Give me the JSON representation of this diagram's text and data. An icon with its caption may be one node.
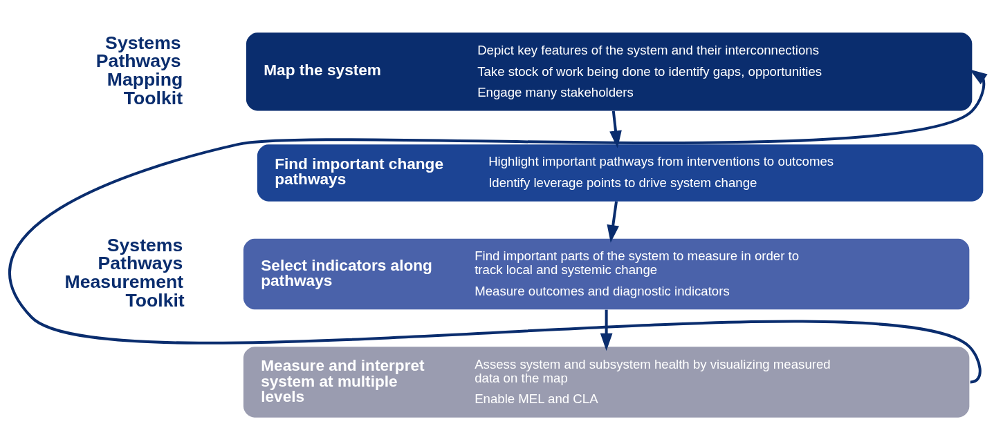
{
  "diagram": {
    "nodes": [
      {
        "text": [
          "Map the system",
          "Depict key features of the system and their interconnections",
          "Take stock of work being done to identify gaps, opportunities",
          "Engage many stakeholders"
        ]
      },
      {
        "text": [
          "Find important change pathways",
          "Highlight important pathways from interventions to outcomes",
          "Identify leverage points to drive system change"
        ]
      },
      {
        "text": [
          "Select indicators along pathways",
          "Find important parts of the system to measure in order to track local and systemic change",
          "Measure outcomes and diagnostic indicators"
        ]
      },
      {
        "text": [
          "Measure and interpret system at multiple levels",
          "Assess system and subsystem health by visualizing measured data on the map",
          "Enable MEL and CLA"
        ]
      }
    ],
    "edges": [
      {
        "from": 0,
        "to": 1,
        "arrow": "to"
      },
      {
        "from": 1,
        "to": 2,
        "arrow": "to"
      },
      {
        "from": 2,
        "to": 3,
        "arrow": "to"
      },
      {
        "from": 3,
        "to": 0,
        "arrow": "to"
      }
    ],
    "labels": [
      "Systems Pathways Mapping Toolkit",
      "Systems Pathways Measurement Toolkit"
    ]
  }
}
